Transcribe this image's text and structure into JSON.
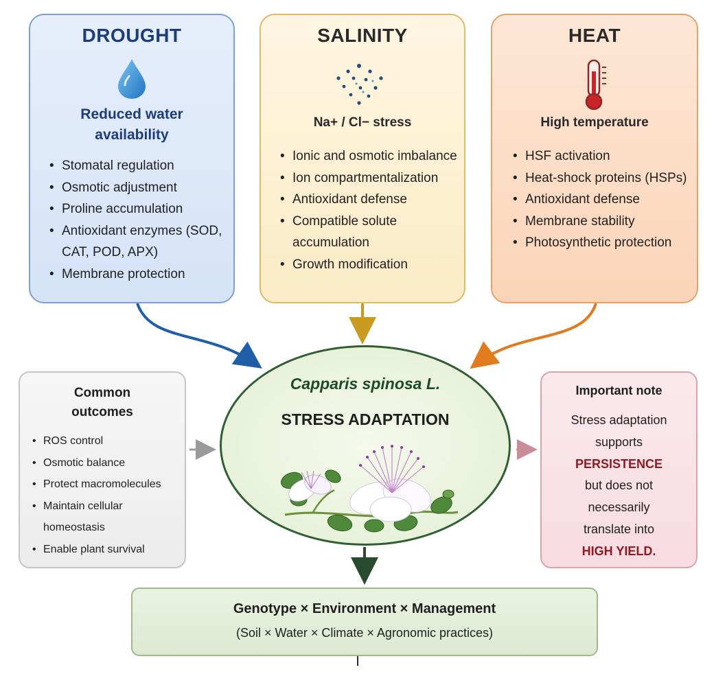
{
  "drought": {
    "title": "DROUGHT",
    "icon": "water-drop-icon",
    "subtitle": "Reduced water availability",
    "items": [
      "Stomatal regulation",
      "Osmotic adjustment",
      "Proline accumulation",
      "Antioxidant enzymes (SOD, CAT, POD, APX)",
      "Membrane protection"
    ],
    "color": "#1d3d78"
  },
  "salinity": {
    "title": "SALINITY",
    "icon": "salt-particles-icon",
    "subtitle": "Na+ / Cl− stress",
    "items": [
      "Ionic and osmotic imbalance",
      "Ion compartmentalization",
      "Antioxidant defense",
      "Compatible solute accumulation",
      "Growth modification"
    ],
    "color": "#d4a017"
  },
  "heat": {
    "title": "HEAT",
    "icon": "thermometer-icon",
    "subtitle": "High temperature",
    "items": [
      "HSF activation",
      "Heat-shock proteins (HSPs)",
      "Antioxidant defense",
      "Membrane stability",
      "Photosynthetic protection"
    ],
    "color": "#e07b1e"
  },
  "center": {
    "species": "Capparis spinosa L.",
    "title": "STRESS ADAPTATION",
    "icon": "caper-flower-icon"
  },
  "outcomes": {
    "title": "Common outcomes",
    "items": [
      "ROS control",
      "Osmotic balance",
      "Protect macromolecules",
      "Maintain cellular homeostasis",
      "Enable plant survival"
    ]
  },
  "note": {
    "title": "Important note",
    "line1": "Stress adaptation",
    "line2": "supports",
    "emphasis1": "PERSISTENCE",
    "line3": "but does not",
    "line4": "necessarily",
    "line5": "translate into",
    "emphasis2": "HIGH YIELD.",
    "emphasis_color": "#8e1b24"
  },
  "gxe": {
    "title": "Genotype × Environment × Management",
    "subtitle": "(Soil × Water × Climate × Agronomic practices)"
  }
}
